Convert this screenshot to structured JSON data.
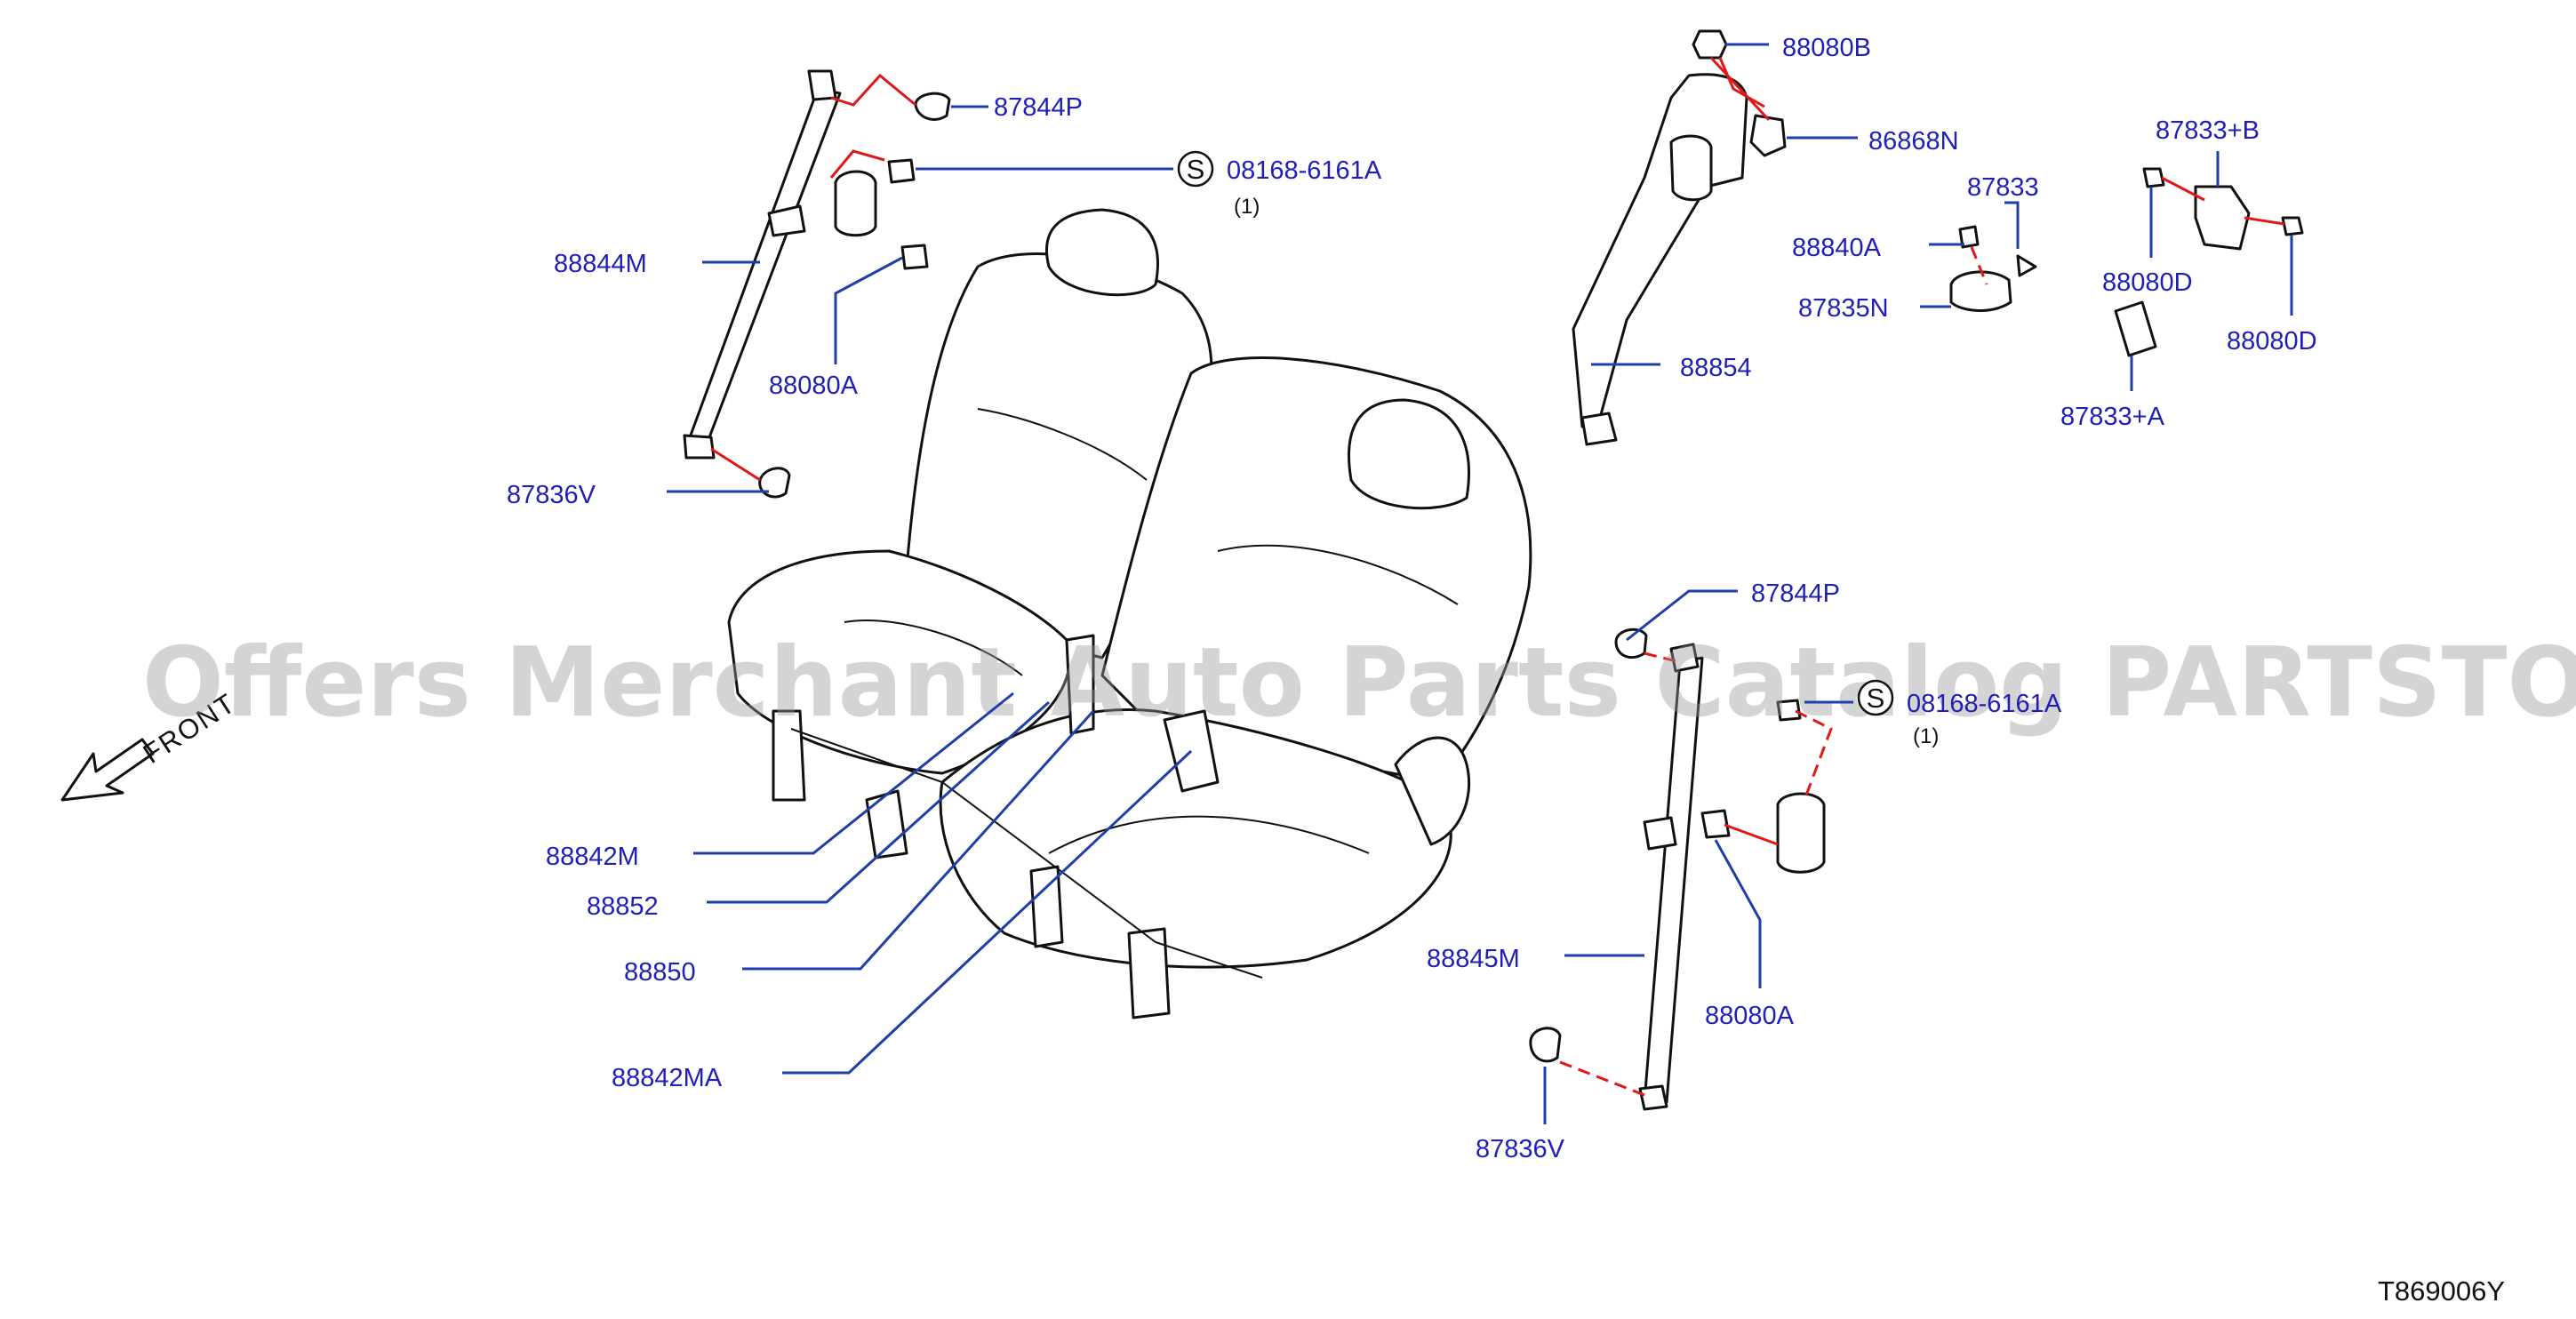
{
  "watermark": "Offers Merchant Auto Parts Catalog PARTSTORE.SA",
  "diagram_id": "T869006Y",
  "front_label": "FRONT",
  "screw_symbol": "S",
  "labels": {
    "p87844P_top": "87844P",
    "p08168_top": "08168-6161A",
    "p08168_top_qty": "(1)",
    "p88844M": "88844M",
    "p88080A_top": "88080A",
    "p87836V_top": "87836V",
    "p88080B": "88080B",
    "p86868N": "86868N",
    "p88854": "88854",
    "p87833": "87833",
    "p88840A": "88840A",
    "p87835N": "87835N",
    "p87833B": "87833+B",
    "p88080D_left": "88080D",
    "p88080D_right": "88080D",
    "p87833A": "87833+A",
    "p87844P_bottom": "87844P",
    "p08168_bottom": "08168-6161A",
    "p08168_bottom_qty": "(1)",
    "p88842M": "88842M",
    "p88852": "88852",
    "p88850": "88850",
    "p88842MA": "88842MA",
    "p88845M": "88845M",
    "p88080A_bottom": "88080A",
    "p87836V_bottom": "87836V"
  }
}
